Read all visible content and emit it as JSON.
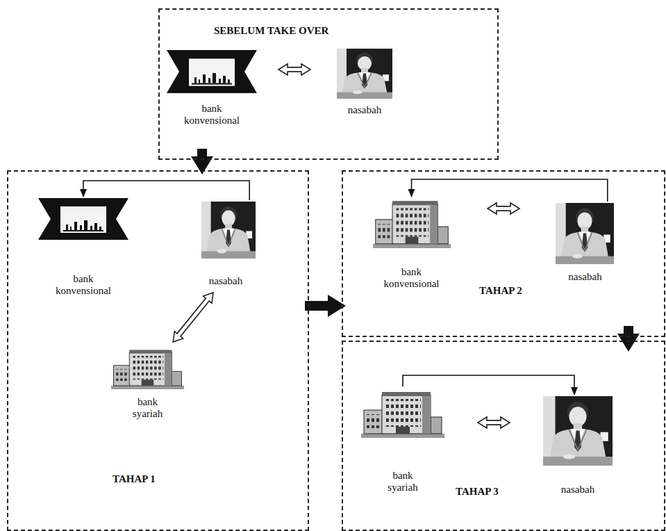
{
  "diagram": {
    "nodes": [
      {
        "text": [
          "SEBELUM TAKE OVER"
        ]
      },
      {
        "text": [
          "bank konvensional"
        ],
        "in": 0
      },
      {
        "text": [
          "nasabah"
        ],
        "in": 0
      },
      {
        "text": [
          "TAHAP 1"
        ]
      },
      {
        "text": [
          "bank konvensional"
        ],
        "in": 3
      },
      {
        "text": [
          "nasabah"
        ],
        "in": 3
      },
      {
        "text": [
          "bank syariah"
        ],
        "in": 3
      },
      {
        "text": [
          "TAHAP 2"
        ]
      },
      {
        "text": [
          "bank konvensional"
        ],
        "in": 7
      },
      {
        "text": [
          "nasabah"
        ],
        "in": 7
      },
      {
        "text": [
          "TAHAP 3"
        ]
      },
      {
        "text": [
          "bank syariah"
        ],
        "in": 10
      },
      {
        "text": [
          "nasabah"
        ],
        "in": 10
      }
    ],
    "edges": [
      {
        "from": 1,
        "to": 2,
        "arrow": "both"
      },
      {
        "from": 5,
        "to": 4,
        "arrow": "to"
      },
      {
        "from": 5,
        "to": 6,
        "arrow": "both"
      },
      {
        "from": 9,
        "to": 8,
        "arrow": "to"
      },
      {
        "from": 8,
        "to": 9,
        "arrow": "both"
      },
      {
        "from": 11,
        "to": 12,
        "arrow": "to"
      },
      {
        "from": 11,
        "to": 12,
        "arrow": "both"
      },
      {
        "from": 0,
        "to": 3,
        "arrow": "to"
      },
      {
        "from": 3,
        "to": 7,
        "arrow": "to"
      },
      {
        "from": 7,
        "to": 10,
        "arrow": "to"
      }
    ]
  }
}
